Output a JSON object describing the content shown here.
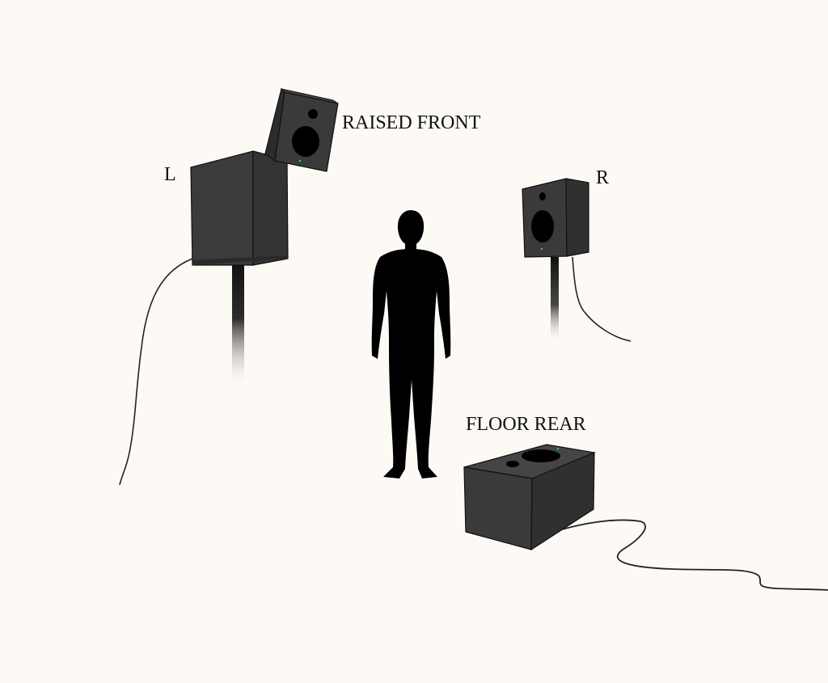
{
  "labels": {
    "raised_front": "RAISED FRONT",
    "left": "L",
    "right": "R",
    "floor_rear": "FLOOR REAR"
  },
  "colors": {
    "background": "#fdfaf6",
    "speaker_body": "#3a3a3a",
    "speaker_side": "#2c2c2c",
    "speaker_top": "#454545",
    "driver": "#000000",
    "indicator_led": "#2fd04a",
    "figure": "#000000",
    "cable": "#222222"
  },
  "icons": {
    "figure": "person-silhouette-icon",
    "speaker": "speaker-icon"
  }
}
